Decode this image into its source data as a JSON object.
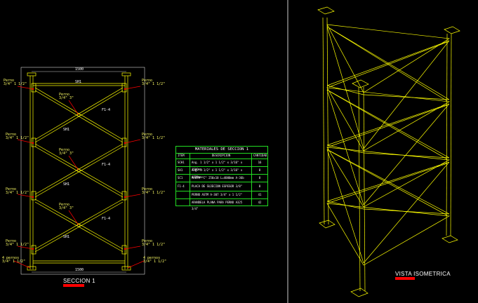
{
  "section": {
    "top_dim": "1500",
    "bottom_dim": "1500",
    "caption": "SECCION 1",
    "member_labels": [
      "SH1",
      "SH1",
      "SH1",
      "SH1"
    ],
    "brace_labels": [
      "F1-4",
      "F1-4",
      "F1-4"
    ],
    "bolt_left": [
      {
        "l1": "Perno",
        "l2": "3/4\" 1 1/2\""
      },
      {
        "l1": "Perno",
        "l2": "3/4\" 1 1/2\""
      },
      {
        "l1": "Perno",
        "l2": "3/4\" 1 1/2\""
      },
      {
        "l1": "Perno",
        "l2": "3/4\" 1 1/2\""
      }
    ],
    "bolt_right": [
      {
        "l1": "Perno",
        "l2": "3/4\" 1 1/2\""
      },
      {
        "l1": "Perno",
        "l2": "3/4\" 1 1/2\""
      },
      {
        "l1": "Perno",
        "l2": "3/4\" 1 1/2\""
      },
      {
        "l1": "Perno",
        "l2": "3/4\" 1 1/2\""
      }
    ],
    "bolt_center": [
      {
        "l1": "Perno",
        "l2": "3/4\" 3\""
      },
      {
        "l1": "Perno",
        "l2": "3/4\" 3\""
      },
      {
        "l1": "Perno",
        "l2": "3/4\" 3\""
      }
    ],
    "anchor_left": {
      "l1": "4 pernos",
      "l2": "3/4\" 1 1/2\""
    },
    "anchor_right": {
      "l1": "4 pernos",
      "l2": "3/4\" 1 1/2\""
    }
  },
  "table": {
    "title": "MATERIALES DE SECCION 1",
    "headers": [
      "ITEM",
      "DESCRIPCION",
      "CANTIDAD"
    ],
    "rows": [
      {
        "item": "SCH1",
        "desc": "Ang. 1 1/2\" x 1 1/2\" x 3/16\" x 1500mm.",
        "qty": "16"
      },
      {
        "item": "SH1",
        "desc": "Ang. 1 1/2\" x 1 1/2\" x 3/16\" x 1778mm.",
        "qty": "8"
      },
      {
        "item": "SC1",
        "desc": "MANTA \"C\" 250x10 L=4000mm A-36b",
        "qty": "8"
      },
      {
        "item": "F1-4",
        "desc": "PLACA DE SUJECION ESPESOR 3/8\"",
        "qty": "8"
      },
      {
        "item": "",
        "desc": "PERNO ASTM A-307 3/4\" x 1 1/2\"",
        "qty": "41"
      },
      {
        "item": "",
        "desc": "ARANDELA PLANA PARA PERNO A325 3/4\"",
        "qty": "42"
      }
    ]
  },
  "iso": {
    "caption": "VISTA ISOMETRICA"
  },
  "colors": {
    "structure": "#ffff00",
    "leaders": "#ff0000",
    "table_lines": "#22dd22",
    "background": "#000000"
  }
}
